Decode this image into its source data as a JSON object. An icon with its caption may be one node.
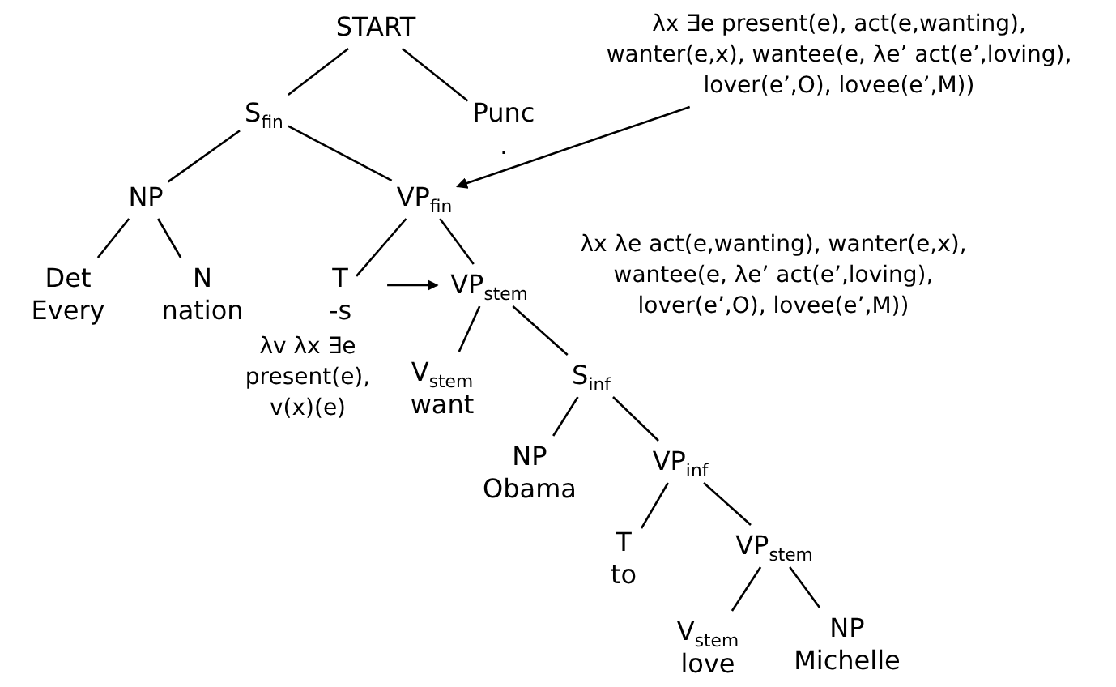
{
  "diagram": {
    "nodes": [
      {
        "text": [
          "START"
        ]
      },
      {
        "text": [
          "S$_{fin}$"
        ]
      },
      {
        "text": [
          "Punc",
          "."
        ]
      },
      {
        "text": [
          "NP"
        ]
      },
      {
        "text": [
          "VP$_{fin}$"
        ]
      },
      {
        "text": [
          "Det",
          "Every"
        ]
      },
      {
        "text": [
          "N",
          "nation"
        ]
      },
      {
        "text": [
          "T",
          "-s"
        ],
        "beside": [
          "λv λx ∃e present(e), v(x)(e)"
        ]
      },
      {
        "text": [
          "VP$_{stem}$"
        ],
        "beside": [
          "λx λe act(e,wanting), wanter(e,x), wantee(e, λe’ act(e’,loving), lover(e’,O), lovee(e’,M))"
        ]
      },
      {
        "text": [
          "V$_{stem}$",
          "want"
        ]
      },
      {
        "text": [
          "S$_{inf}$"
        ]
      },
      {
        "text": [
          "NP",
          "Obama"
        ]
      },
      {
        "text": [
          "VP$_{inf}$"
        ]
      },
      {
        "text": [
          "T",
          "to"
        ]
      },
      {
        "text": [
          "VP$_{stem}$"
        ]
      },
      {
        "text": [
          "V$_{stem}$",
          "love"
        ]
      },
      {
        "text": [
          "NP",
          "Michelle"
        ]
      },
      {
        "text": [
          "λx ∃e present(e), act(e,wanting), wanter(e,x), wantee(e, λe’ act(e’,loving), lover(e’,O), lovee(e’,M))"
        ]
      }
    ],
    "edges": [
      {
        "from": 0,
        "to": 1,
        "arrow": "none"
      },
      {
        "from": 0,
        "to": 2,
        "arrow": "none"
      },
      {
        "from": 1,
        "to": 3,
        "arrow": "none"
      },
      {
        "from": 1,
        "to": 4,
        "arrow": "none"
      },
      {
        "from": 3,
        "to": 5,
        "arrow": "none"
      },
      {
        "from": 3,
        "to": 6,
        "arrow": "none"
      },
      {
        "from": 4,
        "to": 7,
        "arrow": "none"
      },
      {
        "from": 4,
        "to": 8,
        "arrow": "none"
      },
      {
        "from": 8,
        "to": 9,
        "arrow": "none"
      },
      {
        "from": 8,
        "to": 10,
        "arrow": "none"
      },
      {
        "from": 10,
        "to": 11,
        "arrow": "none"
      },
      {
        "from": 10,
        "to": 12,
        "arrow": "none"
      },
      {
        "from": 12,
        "to": 13,
        "arrow": "none"
      },
      {
        "from": 12,
        "to": 14,
        "arrow": "none"
      },
      {
        "from": 14,
        "to": 15,
        "arrow": "none"
      },
      {
        "from": 14,
        "to": 16,
        "arrow": "none"
      },
      {
        "from": 7,
        "to": 8,
        "arrow": "to"
      },
      {
        "from": 17,
        "to": 4,
        "arrow": "to"
      }
    ]
  }
}
